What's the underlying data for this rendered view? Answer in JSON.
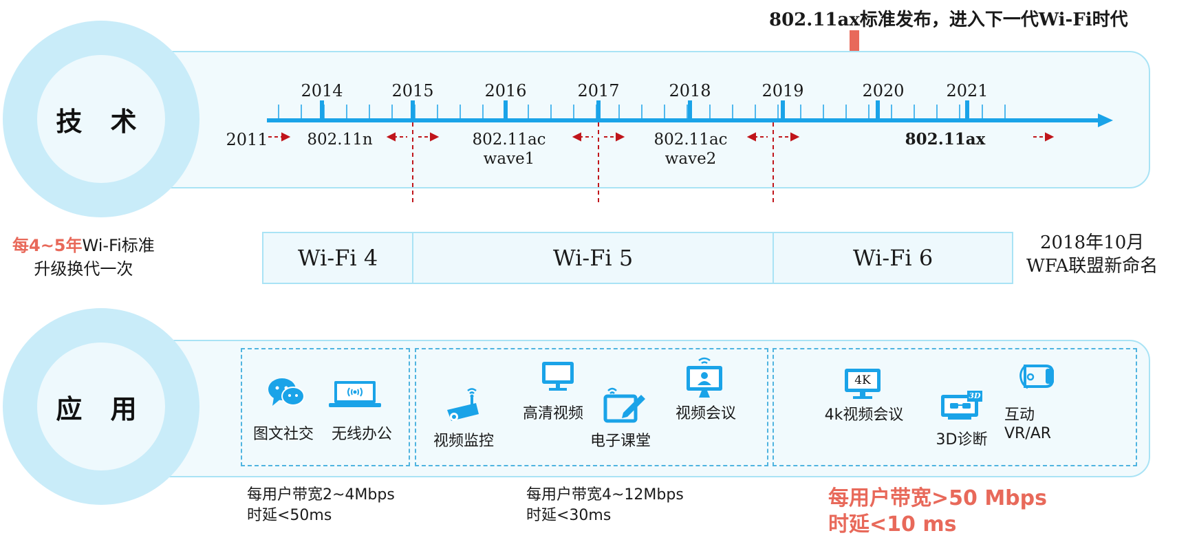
{
  "headline": "802.11ax标准发布，进入下一代Wi-Fi时代",
  "rings": {
    "tech": "技 术",
    "app": "应 用"
  },
  "timeline": {
    "years": [
      "2014",
      "2015",
      "2016",
      "2017",
      "2018",
      "2019",
      "2020",
      "2021"
    ],
    "start_label": "2011",
    "standards": [
      {
        "line1": "802.11n",
        "line2": ""
      },
      {
        "line1": "802.11ac",
        "line2": "wave1"
      },
      {
        "line1": "802.11ac",
        "line2": "wave2"
      },
      {
        "line1": "802.11ax",
        "line2": ""
      }
    ]
  },
  "cycle_note": {
    "highlight": "每4~5年",
    "rest": "Wi-Fi标准",
    "line2": "升级换代一次"
  },
  "generations": [
    "Wi-Fi 4",
    "Wi-Fi 5",
    "Wi-Fi 6"
  ],
  "naming_note": {
    "line1": "2018年10月",
    "line2": "WFA联盟新命名"
  },
  "apps": {
    "wifi4": [
      "图文社交",
      "无线办公"
    ],
    "wifi5": [
      "视频监控",
      "高清视频",
      "电子课堂",
      "视频会议"
    ],
    "wifi6": [
      "4k视频会议",
      "3D诊断",
      "互动",
      "VR/AR"
    ],
    "icon_text": {
      "fourk": "4K",
      "threed": "3D"
    }
  },
  "bandwidth": {
    "wifi4": {
      "line1": "每用户带宽2~4Mbps",
      "line2": "时延<50ms"
    },
    "wifi5": {
      "line1": "每用户带宽4~12Mbps",
      "line2": "时延<30ms"
    },
    "wifi6": {
      "line1": "每用户带宽>50 Mbps",
      "line2": "时延<10 ms"
    }
  },
  "colors": {
    "accent": "#1aa3e8",
    "highlight": "#e8695a",
    "dashed_red": "#c0151b",
    "band": "#a9e3f5"
  }
}
